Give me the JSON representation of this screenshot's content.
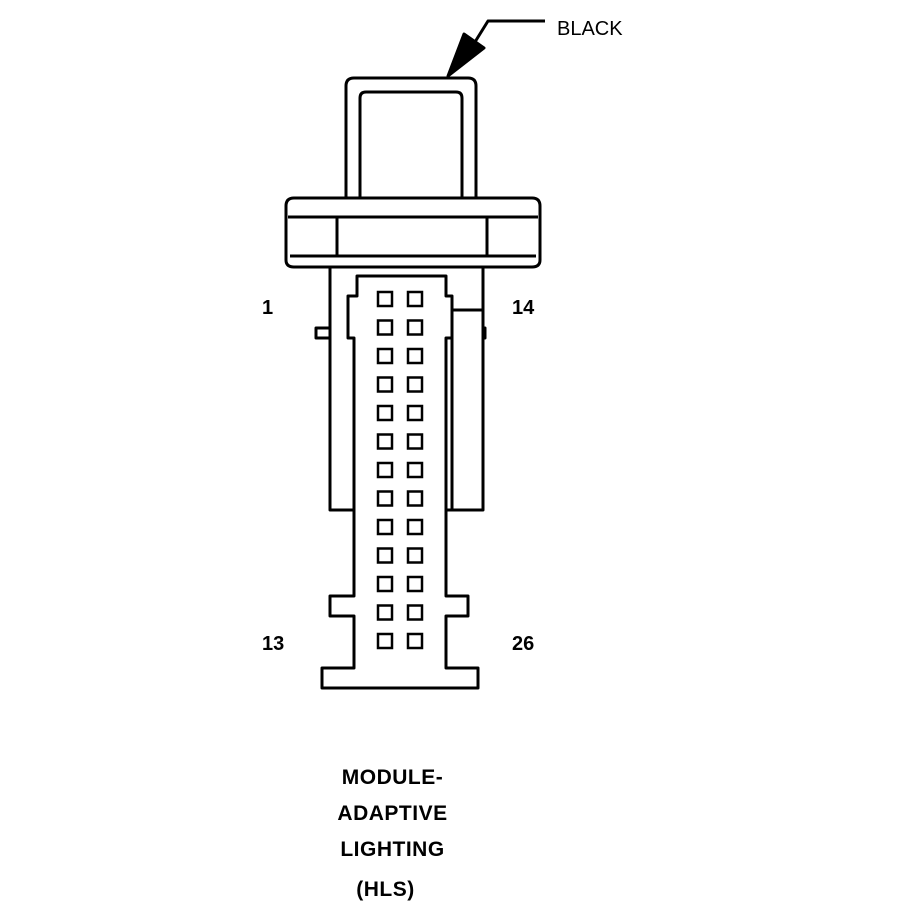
{
  "color_label": "BLACK",
  "pin_labels": {
    "top_left": "1",
    "top_right": "14",
    "bottom_left": "13",
    "bottom_right": "26"
  },
  "caption": {
    "line1": "MODULE-",
    "line2": "ADAPTIVE",
    "line3": "LIGHTING",
    "line4": "(HLS)"
  },
  "cavity_rows": 13,
  "cavity_columns": 2
}
